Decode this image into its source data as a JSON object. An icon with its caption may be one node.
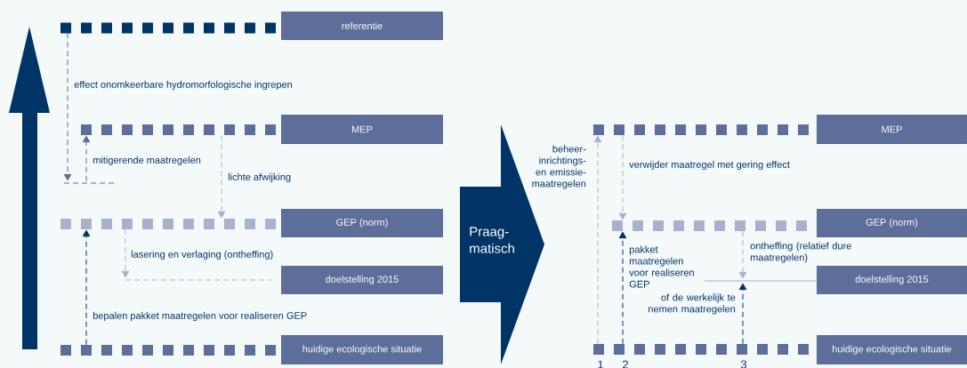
{
  "diagram": {
    "nodes": [
      {
        "text": [
          "referentie"
        ]
      },
      {
        "text": [],
        "shape": "bar"
      },
      {
        "text": [
          "MEP"
        ]
      },
      {
        "text": [],
        "shape": "bar"
      },
      {
        "text": [],
        "shape": "line"
      },
      {
        "text": [
          "GEP (norm)"
        ]
      },
      {
        "text": [],
        "shape": "bar"
      },
      {
        "text": [
          "doelstelling 2015"
        ]
      },
      {
        "text": [],
        "shape": "line"
      },
      {
        "text": [
          "huidige ecologische situatie"
        ]
      },
      {
        "text": [],
        "shape": "bar"
      },
      {
        "text": [
          "Praag- matisch"
        ]
      },
      {
        "text": [
          "MEP"
        ]
      },
      {
        "text": [],
        "shape": "bar"
      },
      {
        "text": [
          "GEP (norm)"
        ]
      },
      {
        "text": [],
        "shape": "bar"
      },
      {
        "text": [
          "doelstelling 2015"
        ]
      },
      {
        "text": [],
        "shape": "line"
      },
      {
        "text": [
          "huidige ecologische situatie"
        ]
      },
      {
        "text": [],
        "shape": "bar"
      }
    ],
    "edges": [
      {
        "from": 1,
        "to": 4,
        "arrow": "to",
        "style": "dashed",
        "color": "#5c6e99",
        "label": "effect onomkeerbare hydromorfologische ingrepen"
      },
      {
        "from": 4,
        "to": 3,
        "arrow": "to",
        "style": "dashed",
        "color": "#5c6e99",
        "label": "mitigerende maatregelen"
      },
      {
        "from": 3,
        "to": 6,
        "arrow": "to",
        "style": "dashed",
        "color": "#a9b1cd",
        "label": "lichte afwijking"
      },
      {
        "from": 6,
        "to": 8,
        "arrow": "to",
        "style": "dashed",
        "color": "#a9b1cd",
        "label": "lasering en verlaging (ontheffing)"
      },
      {
        "from": 10,
        "to": 6,
        "arrow": "to",
        "style": "dashed",
        "color": "#003366",
        "label": "bepalen pakket maatregelen voor realiseren GEP"
      },
      {
        "from": 19,
        "to": 13,
        "arrow": "to",
        "style": "dashed",
        "color": "#a9b1cd",
        "label": "beheer- inrichtings- en emissie- maatregelen"
      },
      {
        "from": 13,
        "to": 15,
        "arrow": "to",
        "style": "dashed",
        "color": "#a9b1cd",
        "label": "verwijder maatregel met gering effect"
      },
      {
        "from": 19,
        "to": 15,
        "arrow": "to",
        "style": "dashed",
        "color": "#003366",
        "label": "pakket maatregelen voor realiseren GEP"
      },
      {
        "from": 15,
        "to": 17,
        "arrow": "to",
        "style": "dashed",
        "color": "#a9b1cd",
        "label": "ontheffing (relatief dure maatregelen)"
      },
      {
        "from": 19,
        "to": 17,
        "arrow": "to",
        "style": "dashed",
        "color": "#003366",
        "label": "of de werkelijk te nemen maatregelen"
      }
    ],
    "labels": [
      "1",
      "2",
      "3"
    ]
  }
}
